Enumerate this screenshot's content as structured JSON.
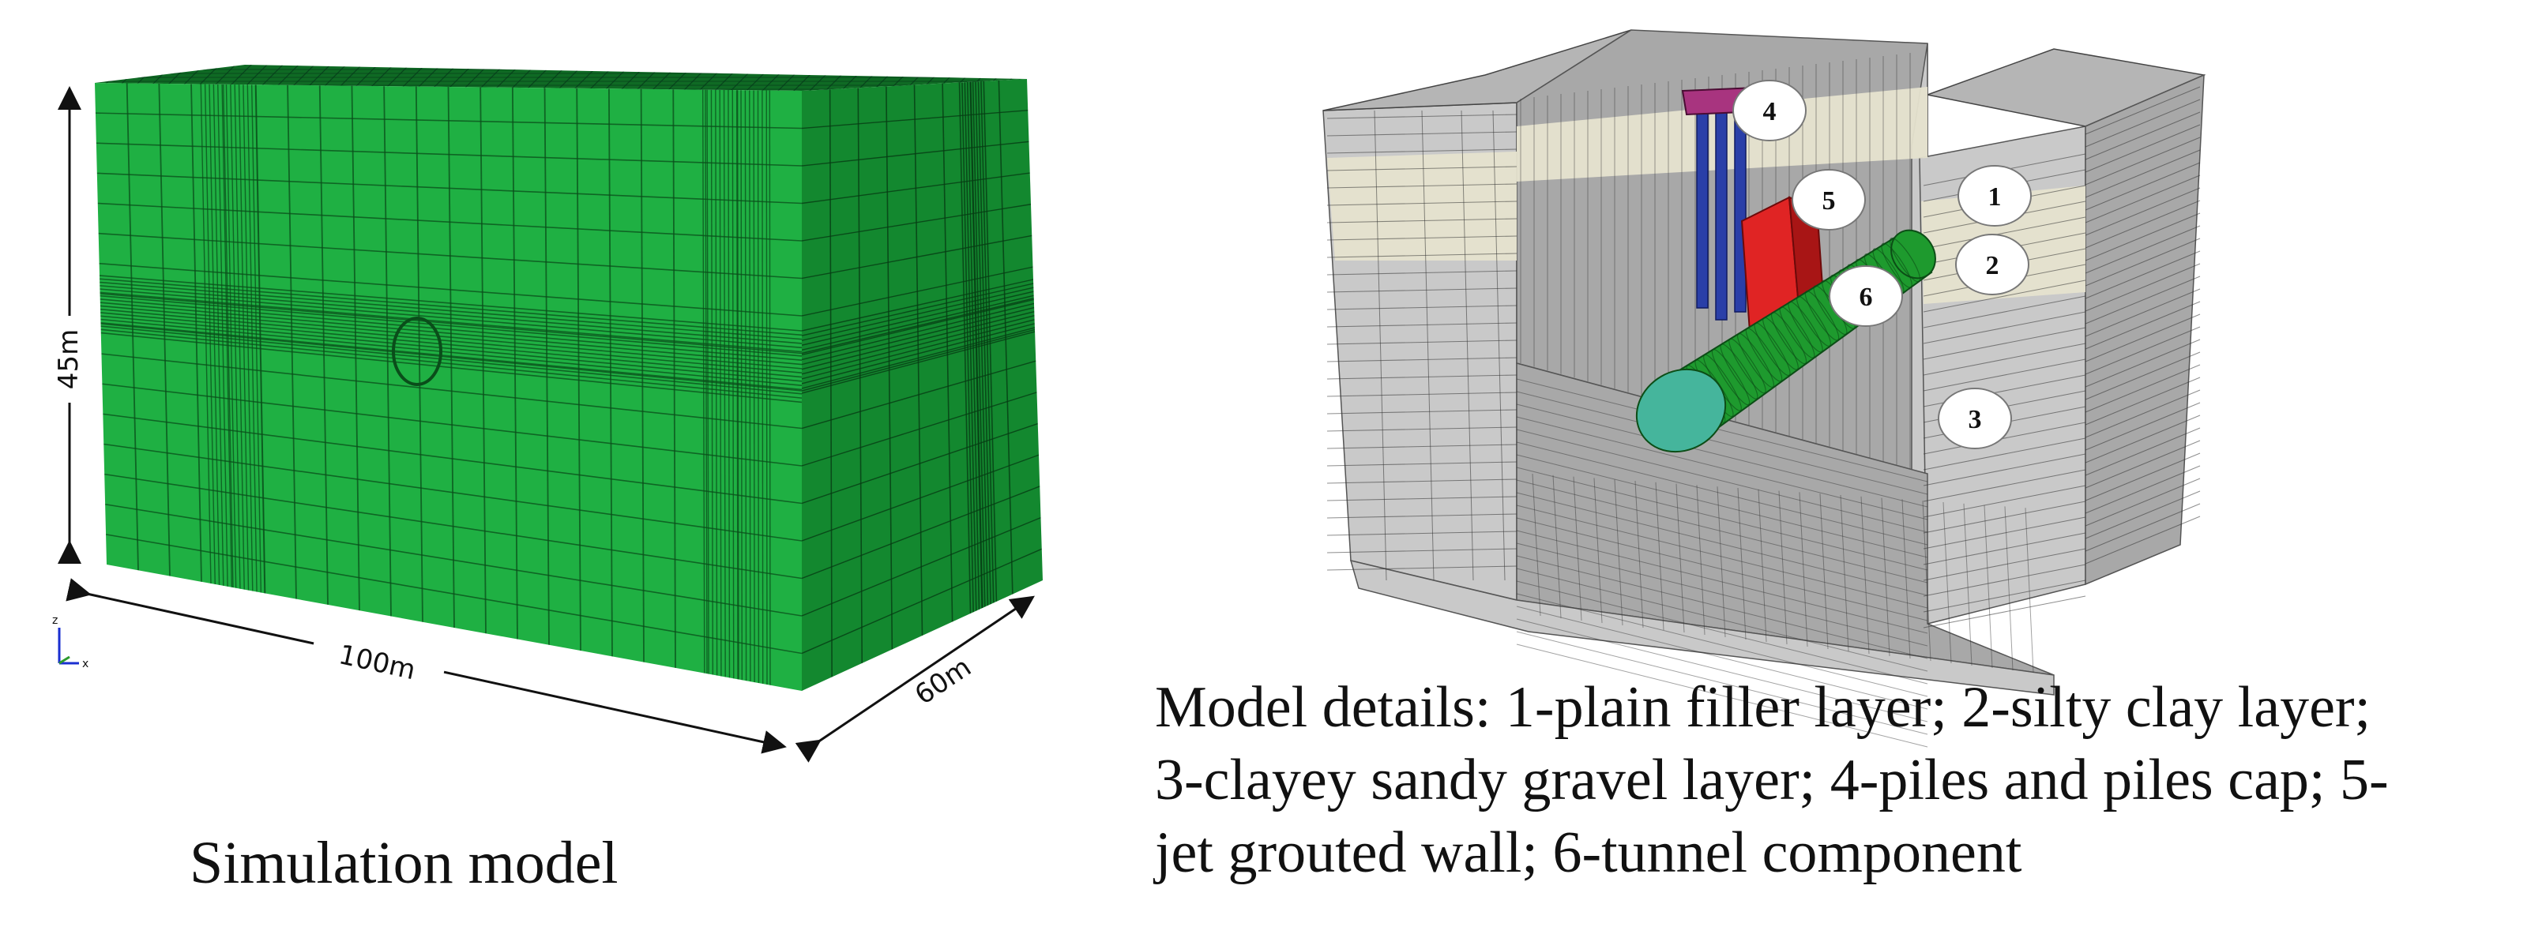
{
  "left_model": {
    "caption": "Simulation model",
    "dim_height": "45m",
    "dim_length": "100m",
    "dim_width": "60m",
    "colors": {
      "front": "#1fb043",
      "side": "#13882f",
      "top": "#0f6a24",
      "mesh": "#0a4d1a"
    },
    "axis_triad": {
      "z_label": "z",
      "x_label": "x"
    }
  },
  "right_model": {
    "callouts": [
      "1",
      "2",
      "3",
      "4",
      "5",
      "6"
    ],
    "colors": {
      "soil": "#c9c9c9",
      "soil_dark": "#a8a8a8",
      "filler_layer": "#e6e3cf",
      "pile_cap": "#a8347f",
      "piles": "#2a3fa8",
      "grouted_wall": "#e02424",
      "tunnel": "#1e9a2e",
      "tunnel_face": "#45b59c"
    },
    "caption_lines": [
      "Model details: 1-plain filler layer; 2-silty clay layer;",
      "3-clayey sandy gravel layer; 4-piles and piles cap; 5-",
      "jet grouted wall; 6-tunnel component"
    ]
  }
}
